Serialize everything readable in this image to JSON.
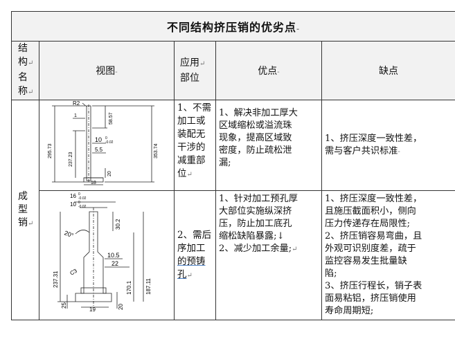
{
  "title": "不同结构挤压销的优劣点",
  "mark_arrow": "↵",
  "mark_small": "-",
  "headers": {
    "structure_lines": [
      "结",
      "构",
      "名",
      "称"
    ],
    "view": "视图",
    "application_lines": [
      "应用",
      "部位"
    ],
    "pros": "优点",
    "cons": "缺点"
  },
  "row_name_lines": [
    "成",
    "型",
    "销"
  ],
  "rows": [
    {
      "application_lines": [
        "1、不需",
        "加工或",
        "装配无",
        "干涉的",
        "减重部",
        "位"
      ],
      "pros_lines": [
        "1、解决非加工厚大",
        "区域缩松或溢流珠",
        "现象，提高区域致",
        "密度，防止疏松泄",
        "漏;"
      ],
      "cons_lines": [
        "1、挤压深度一致性差，",
        "需与客户共识标准"
      ]
    },
    {
      "application_lines": [
        "2、需后",
        "序加工",
        "的预铸",
        "孔"
      ],
      "pros_lines": [
        "1、针对加工预孔厚",
        "大部位实施纵深挤",
        "压，防止加工底孔",
        "缩松缺陷暴露;↓",
        "2、减少加工余量;"
      ],
      "cons_lines": [
        "1、挤压深度一致性差，",
        "且施压截面积小，侧向",
        "压力传递存在局限性;",
        "2、挤压销容易弯曲，且",
        "外观可识别度差，疏于",
        "监控容易发生批量缺",
        "陷;",
        "3、挤压行程长，销子表",
        "面易粘铝，挤压销使用",
        "寿命周期短;"
      ]
    }
  ],
  "drawing1": {
    "dims": {
      "r": "R2",
      "d1": "1",
      "d5857": "58.57",
      "d10": "10",
      "d5_5": "5.5",
      "d29573": "295.73",
      "d23723": "237.23",
      "d35374": "353.74",
      "d20": "20",
      "d18": "18"
    },
    "tol": [
      "0",
      "-0.02"
    ]
  },
  "drawing2": {
    "dims": {
      "d16": "16",
      "d10": "10",
      "d302": "30.2",
      "ang20": "20°",
      "d105": "10.5",
      "d22": "22",
      "d23731": "237.31",
      "c3": "C3",
      "d1701": "170.1",
      "d18711": "187.11",
      "d19": "19",
      "d25": "25",
      "d20": "20"
    },
    "tol": [
      "0",
      "-0.02"
    ]
  }
}
